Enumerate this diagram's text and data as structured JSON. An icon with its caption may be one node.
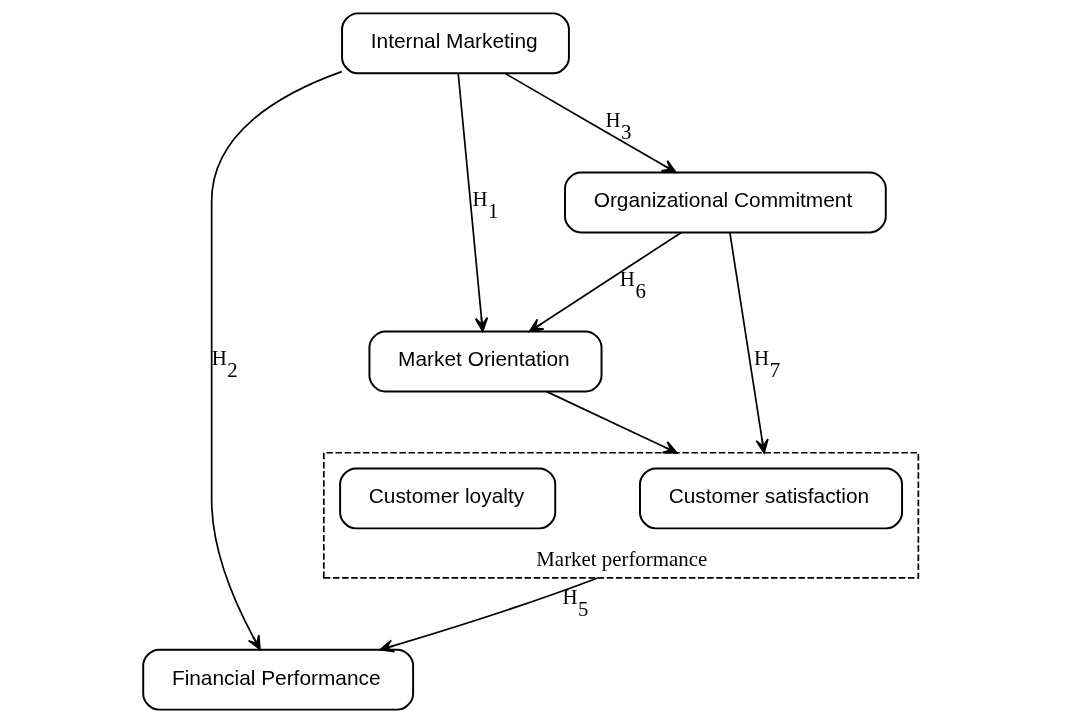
{
  "diagram": {
    "nodes": [
      {
        "text": [
          "Internal Marketing"
        ]
      },
      {
        "text": [
          "Financial Performance"
        ]
      },
      {
        "text": [
          "Market Orientation"
        ]
      },
      {
        "text": [
          "Market performance"
        ]
      },
      {
        "text": [
          "Customer satisfaction"
        ],
        "in": 3
      },
      {
        "text": [
          "Customer loyalty"
        ],
        "in": 3
      },
      {
        "text": [
          "Organizational Commitment"
        ]
      }
    ],
    "edges": [
      {
        "from": 0,
        "to": 1,
        "arrow": "to",
        "label": "H$_{2}$"
      },
      {
        "from": 0,
        "to": 2,
        "arrow": "to",
        "label": "H$_{1}$"
      },
      {
        "from": 0,
        "to": 6,
        "arrow": "to",
        "label": "H$_{3}$"
      },
      {
        "from": 2,
        "to": 3,
        "arrow": "to"
      },
      {
        "from": 6,
        "to": 2,
        "arrow": "to",
        "label": "H$_{6}$"
      },
      {
        "from": 6,
        "to": 3,
        "arrow": "to",
        "label": "H$_{7}$"
      },
      {
        "from": 3,
        "to": 1,
        "arrow": "to",
        "label": "H$_{5}$"
      }
    ]
  }
}
